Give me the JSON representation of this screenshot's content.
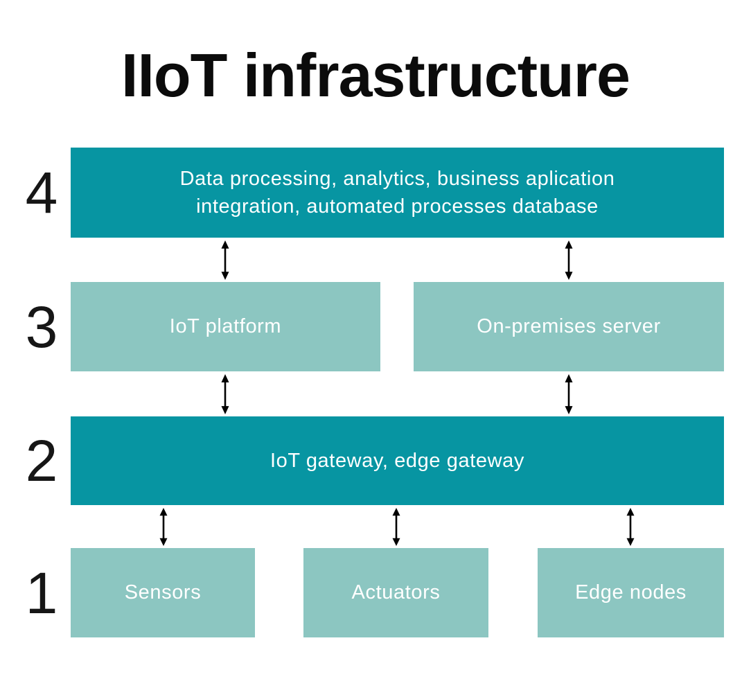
{
  "title": "IIoT infrastructure",
  "colors": {
    "dark_box": "#0795A2",
    "light_box": "#8CC6C1",
    "box_text": "#FFFFFF",
    "title_color": "#0B0B0B",
    "number_color": "#161616",
    "arrow": "#000000",
    "background": "#FFFFFF"
  },
  "layers": [
    {
      "number": "4",
      "boxes": [
        {
          "label": "Data processing, analytics, business aplication\nintegration, automated processes database"
        }
      ]
    },
    {
      "number": "3",
      "boxes": [
        {
          "label": "IoT platform"
        },
        {
          "label": "On-premises server"
        }
      ]
    },
    {
      "number": "2",
      "boxes": [
        {
          "label": "IoT gateway, edge gateway"
        }
      ]
    },
    {
      "number": "1",
      "boxes": [
        {
          "label": "Sensors"
        },
        {
          "label": "Actuators"
        },
        {
          "label": "Edge nodes"
        }
      ]
    }
  ]
}
